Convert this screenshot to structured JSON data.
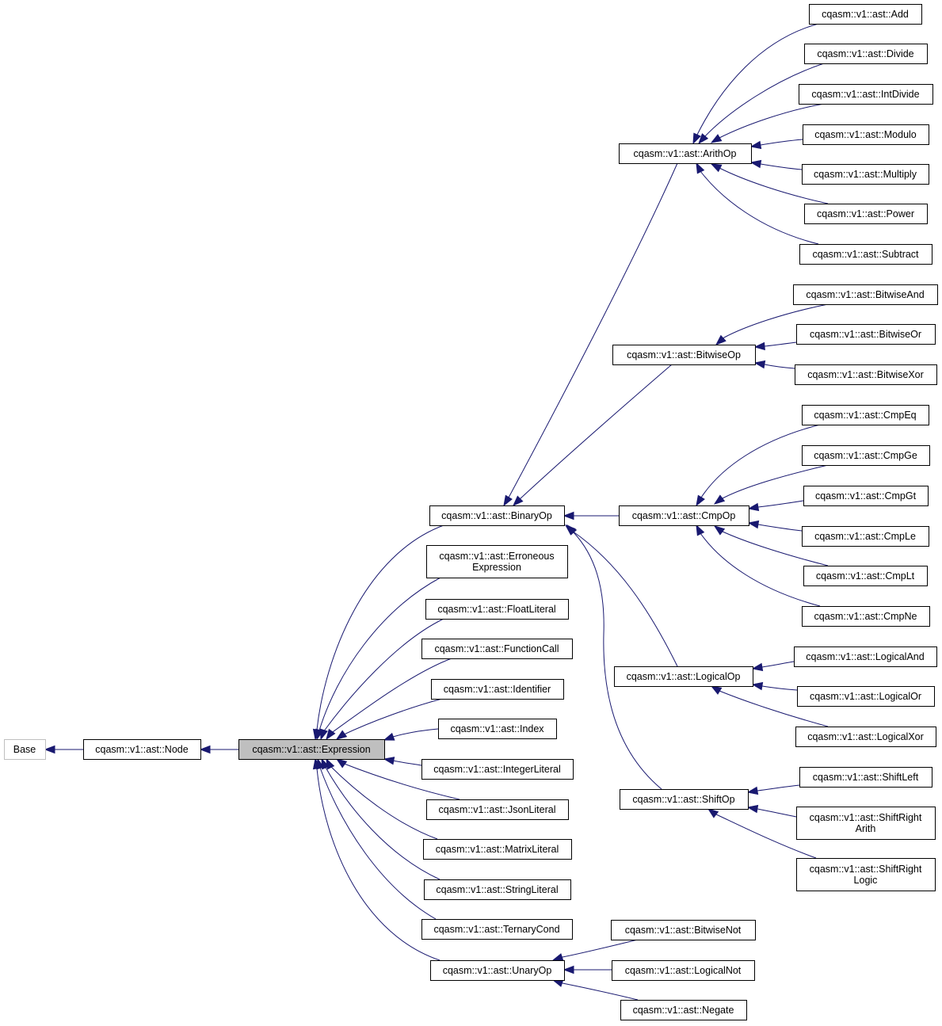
{
  "diagram": {
    "type": "inheritance-graph",
    "edge_color": "#191970",
    "current_fill": "#bfbfbf",
    "nodes": [
      {
        "id": "base",
        "label": [
          "Base"
        ]
      },
      {
        "id": "node",
        "label": [
          "cqasm::v1::ast::Node"
        ]
      },
      {
        "id": "expression",
        "label": [
          "cqasm::v1::ast::Expression"
        ]
      },
      {
        "id": "binaryop",
        "label": [
          "cqasm::v1::ast::BinaryOp"
        ]
      },
      {
        "id": "erroneous",
        "label": [
          "cqasm::v1::ast::Erroneous",
          "Expression"
        ]
      },
      {
        "id": "floatliteral",
        "label": [
          "cqasm::v1::ast::FloatLiteral"
        ]
      },
      {
        "id": "functioncall",
        "label": [
          "cqasm::v1::ast::FunctionCall"
        ]
      },
      {
        "id": "identifier",
        "label": [
          "cqasm::v1::ast::Identifier"
        ]
      },
      {
        "id": "index",
        "label": [
          "cqasm::v1::ast::Index"
        ]
      },
      {
        "id": "integerliteral",
        "label": [
          "cqasm::v1::ast::IntegerLiteral"
        ]
      },
      {
        "id": "jsonliteral",
        "label": [
          "cqasm::v1::ast::JsonLiteral"
        ]
      },
      {
        "id": "matrixliteral",
        "label": [
          "cqasm::v1::ast::MatrixLiteral"
        ]
      },
      {
        "id": "stringliteral",
        "label": [
          "cqasm::v1::ast::StringLiteral"
        ]
      },
      {
        "id": "ternarycond",
        "label": [
          "cqasm::v1::ast::TernaryCond"
        ]
      },
      {
        "id": "unaryop",
        "label": [
          "cqasm::v1::ast::UnaryOp"
        ]
      },
      {
        "id": "arithop",
        "label": [
          "cqasm::v1::ast::ArithOp"
        ]
      },
      {
        "id": "bitwiseop",
        "label": [
          "cqasm::v1::ast::BitwiseOp"
        ]
      },
      {
        "id": "cmpop",
        "label": [
          "cqasm::v1::ast::CmpOp"
        ]
      },
      {
        "id": "logicalop",
        "label": [
          "cqasm::v1::ast::LogicalOp"
        ]
      },
      {
        "id": "shiftop",
        "label": [
          "cqasm::v1::ast::ShiftOp"
        ]
      },
      {
        "id": "add",
        "label": [
          "cqasm::v1::ast::Add"
        ]
      },
      {
        "id": "divide",
        "label": [
          "cqasm::v1::ast::Divide"
        ]
      },
      {
        "id": "intdivide",
        "label": [
          "cqasm::v1::ast::IntDivide"
        ]
      },
      {
        "id": "modulo",
        "label": [
          "cqasm::v1::ast::Modulo"
        ]
      },
      {
        "id": "multiply",
        "label": [
          "cqasm::v1::ast::Multiply"
        ]
      },
      {
        "id": "power",
        "label": [
          "cqasm::v1::ast::Power"
        ]
      },
      {
        "id": "subtract",
        "label": [
          "cqasm::v1::ast::Subtract"
        ]
      },
      {
        "id": "bitwiseand",
        "label": [
          "cqasm::v1::ast::BitwiseAnd"
        ]
      },
      {
        "id": "bitwiseor",
        "label": [
          "cqasm::v1::ast::BitwiseOr"
        ]
      },
      {
        "id": "bitwisexor",
        "label": [
          "cqasm::v1::ast::BitwiseXor"
        ]
      },
      {
        "id": "cmpeq",
        "label": [
          "cqasm::v1::ast::CmpEq"
        ]
      },
      {
        "id": "cmpge",
        "label": [
          "cqasm::v1::ast::CmpGe"
        ]
      },
      {
        "id": "cmpgt",
        "label": [
          "cqasm::v1::ast::CmpGt"
        ]
      },
      {
        "id": "cmple",
        "label": [
          "cqasm::v1::ast::CmpLe"
        ]
      },
      {
        "id": "cmplt",
        "label": [
          "cqasm::v1::ast::CmpLt"
        ]
      },
      {
        "id": "cmpne",
        "label": [
          "cqasm::v1::ast::CmpNe"
        ]
      },
      {
        "id": "logicaland",
        "label": [
          "cqasm::v1::ast::LogicalAnd"
        ]
      },
      {
        "id": "logicalor",
        "label": [
          "cqasm::v1::ast::LogicalOr"
        ]
      },
      {
        "id": "logicalxor",
        "label": [
          "cqasm::v1::ast::LogicalXor"
        ]
      },
      {
        "id": "shiftleft",
        "label": [
          "cqasm::v1::ast::ShiftLeft"
        ]
      },
      {
        "id": "shiftrightarith",
        "label": [
          "cqasm::v1::ast::ShiftRight",
          "Arith"
        ]
      },
      {
        "id": "shiftrightlogic",
        "label": [
          "cqasm::v1::ast::ShiftRight",
          "Logic"
        ]
      },
      {
        "id": "bitwisenot",
        "label": [
          "cqasm::v1::ast::BitwiseNot"
        ]
      },
      {
        "id": "logicalnot",
        "label": [
          "cqasm::v1::ast::LogicalNot"
        ]
      },
      {
        "id": "negate",
        "label": [
          "cqasm::v1::ast::Negate"
        ]
      }
    ],
    "edges": [
      {
        "from": "node",
        "to": "base"
      },
      {
        "from": "expression",
        "to": "node"
      },
      {
        "from": "binaryop",
        "to": "expression"
      },
      {
        "from": "erroneous",
        "to": "expression"
      },
      {
        "from": "floatliteral",
        "to": "expression"
      },
      {
        "from": "functioncall",
        "to": "expression"
      },
      {
        "from": "identifier",
        "to": "expression"
      },
      {
        "from": "index",
        "to": "expression"
      },
      {
        "from": "integerliteral",
        "to": "expression"
      },
      {
        "from": "jsonliteral",
        "to": "expression"
      },
      {
        "from": "matrixliteral",
        "to": "expression"
      },
      {
        "from": "stringliteral",
        "to": "expression"
      },
      {
        "from": "ternarycond",
        "to": "expression"
      },
      {
        "from": "unaryop",
        "to": "expression"
      },
      {
        "from": "arithop",
        "to": "binaryop"
      },
      {
        "from": "bitwiseop",
        "to": "binaryop"
      },
      {
        "from": "cmpop",
        "to": "binaryop"
      },
      {
        "from": "logicalop",
        "to": "binaryop"
      },
      {
        "from": "shiftop",
        "to": "binaryop"
      },
      {
        "from": "add",
        "to": "arithop"
      },
      {
        "from": "divide",
        "to": "arithop"
      },
      {
        "from": "intdivide",
        "to": "arithop"
      },
      {
        "from": "modulo",
        "to": "arithop"
      },
      {
        "from": "multiply",
        "to": "arithop"
      },
      {
        "from": "power",
        "to": "arithop"
      },
      {
        "from": "subtract",
        "to": "arithop"
      },
      {
        "from": "bitwiseand",
        "to": "bitwiseop"
      },
      {
        "from": "bitwiseor",
        "to": "bitwiseop"
      },
      {
        "from": "bitwisexor",
        "to": "bitwiseop"
      },
      {
        "from": "cmpeq",
        "to": "cmpop"
      },
      {
        "from": "cmpge",
        "to": "cmpop"
      },
      {
        "from": "cmpgt",
        "to": "cmpop"
      },
      {
        "from": "cmple",
        "to": "cmpop"
      },
      {
        "from": "cmplt",
        "to": "cmpop"
      },
      {
        "from": "cmpne",
        "to": "cmpop"
      },
      {
        "from": "logicaland",
        "to": "logicalop"
      },
      {
        "from": "logicalor",
        "to": "logicalop"
      },
      {
        "from": "logicalxor",
        "to": "logicalop"
      },
      {
        "from": "shiftleft",
        "to": "shiftop"
      },
      {
        "from": "shiftrightarith",
        "to": "shiftop"
      },
      {
        "from": "shiftrightlogic",
        "to": "shiftop"
      },
      {
        "from": "bitwisenot",
        "to": "unaryop"
      },
      {
        "from": "logicalnot",
        "to": "unaryop"
      },
      {
        "from": "negate",
        "to": "unaryop"
      }
    ]
  }
}
